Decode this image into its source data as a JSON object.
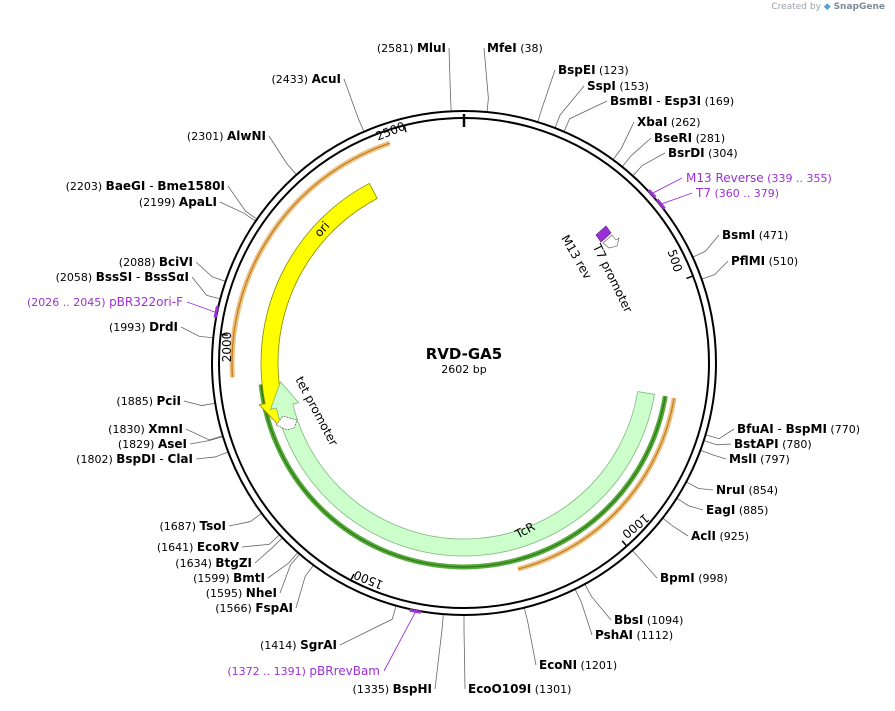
{
  "header": {
    "credit_prefix": "Created by",
    "credit_brand": "SnapGene"
  },
  "plasmid": {
    "name": "RVD-GA5",
    "length_label": "2602 bp",
    "total_bp": 2602
  },
  "colors": {
    "backbone": "#000000",
    "primer": "#9b30d9",
    "ori": "#ffff00",
    "tcr": "#ccffcc",
    "orange_highlight": "#e8b66a",
    "green_highlight": "#3a9a1a",
    "site_line": "#666666"
  },
  "ticks": [
    {
      "bp": 500,
      "label": "500"
    },
    {
      "bp": 1000,
      "label": "1000"
    },
    {
      "bp": 1500,
      "label": "1500"
    },
    {
      "bp": 2000,
      "label": "2000"
    },
    {
      "bp": 2500,
      "label": "2500"
    }
  ],
  "sites_right": [
    {
      "pos": 38,
      "name": "MfeI",
      "pos_label": "(38)"
    },
    {
      "pos": 123,
      "name": "BspEI",
      "pos_label": "(123)"
    },
    {
      "pos": 153,
      "name": "SspI",
      "pos_label": "(153)"
    },
    {
      "pos": 169,
      "name": "BsmBI",
      "name2": "Esp3I",
      "pos_label": "(169)"
    },
    {
      "pos": 262,
      "name": "XbaI",
      "pos_label": "(262)"
    },
    {
      "pos": 281,
      "name": "BseRI",
      "pos_label": "(281)"
    },
    {
      "pos": 304,
      "name": "BsrDI",
      "pos_label": "(304)"
    },
    {
      "pos": 471,
      "name": "BsmI",
      "pos_label": "(471)"
    },
    {
      "pos": 510,
      "name": "PflMI",
      "pos_label": "(510)"
    },
    {
      "pos": 770,
      "name": "BfuAI",
      "name2": "BspMI",
      "pos_label": "(770)"
    },
    {
      "pos": 780,
      "name": "BstAPI",
      "pos_label": "(780)"
    },
    {
      "pos": 797,
      "name": "MslI",
      "pos_label": "(797)"
    },
    {
      "pos": 854,
      "name": "NruI",
      "pos_label": "(854)"
    },
    {
      "pos": 885,
      "name": "EagI",
      "pos_label": "(885)"
    },
    {
      "pos": 925,
      "name": "AclI",
      "pos_label": "(925)"
    },
    {
      "pos": 998,
      "name": "BpmI",
      "pos_label": "(998)"
    },
    {
      "pos": 1094,
      "name": "BbsI",
      "pos_label": "(1094)"
    },
    {
      "pos": 1112,
      "name": "PshAI",
      "pos_label": "(1112)"
    },
    {
      "pos": 1201,
      "name": "EcoNI",
      "pos_label": "(1201)"
    },
    {
      "pos": 1301,
      "name": "EcoO109I",
      "pos_label": "(1301)"
    }
  ],
  "sites_left": [
    {
      "pos": 2581,
      "name": "MluI",
      "pos_label": "(2581)"
    },
    {
      "pos": 2433,
      "name": "AcuI",
      "pos_label": "(2433)"
    },
    {
      "pos": 2301,
      "name": "AlwNI",
      "pos_label": "(2301)"
    },
    {
      "pos": 2203,
      "name": "BaeGI",
      "name2": "Bme1580I",
      "pos_label": "(2203)"
    },
    {
      "pos": 2199,
      "name": "ApaLI",
      "pos_label": "(2199)"
    },
    {
      "pos": 2088,
      "name": "BciVI",
      "pos_label": "(2088)"
    },
    {
      "pos": 2058,
      "name": "BssSI",
      "name2": "BssSαI",
      "pos_label": "(2058)"
    },
    {
      "pos": 1993,
      "name": "DrdI",
      "pos_label": "(1993)"
    },
    {
      "pos": 1885,
      "name": "PciI",
      "pos_label": "(1885)"
    },
    {
      "pos": 1830,
      "name": "XmnI",
      "pos_label": "(1830)"
    },
    {
      "pos": 1829,
      "name": "AseI",
      "pos_label": "(1829)"
    },
    {
      "pos": 1802,
      "name": "BspDI",
      "name2": "ClaI",
      "pos_label": "(1802)"
    },
    {
      "pos": 1687,
      "name": "TsoI",
      "pos_label": "(1687)"
    },
    {
      "pos": 1641,
      "name": "EcoRV",
      "pos_label": "(1641)"
    },
    {
      "pos": 1634,
      "name": "BtgZI",
      "pos_label": "(1634)"
    },
    {
      "pos": 1599,
      "name": "BmtI",
      "pos_label": "(1599)"
    },
    {
      "pos": 1595,
      "name": "NheI",
      "pos_label": "(1595)"
    },
    {
      "pos": 1566,
      "name": "FspAI",
      "pos_label": "(1566)"
    },
    {
      "pos": 1414,
      "name": "SgrAI",
      "pos_label": "(1414)"
    },
    {
      "pos": 1335,
      "name": "BspHI",
      "pos_label": "(1335)"
    }
  ],
  "primers": [
    {
      "name": "M13 Reverse",
      "range_label": "(339 .. 355)",
      "start": 339,
      "end": 355
    },
    {
      "name": "T7",
      "range_label": "(360 .. 379)",
      "start": 360,
      "end": 379
    },
    {
      "name": "pBR322ori-F",
      "range_label": "(2026 .. 2045)",
      "start": 2026,
      "end": 2045
    },
    {
      "name": "pBRrevBam",
      "range_label": "(1372 .. 1391)",
      "start": 1372,
      "end": 1391
    }
  ],
  "features": [
    {
      "name": "ori",
      "start": 1813,
      "end": 2401,
      "strand": "reverse",
      "color": "#ffff00"
    },
    {
      "name": "TcR",
      "start": 718,
      "end": 1909,
      "strand": "forward",
      "color": "#ccffcc"
    },
    {
      "name": "M13 rev",
      "bp": 339,
      "strand": "reverse",
      "color": "#9b30d9"
    },
    {
      "name": "T7 promoter",
      "bp": 360,
      "strand": "forward",
      "color": "#ffffff"
    },
    {
      "name": "tet promoter",
      "bp": 1880,
      "strand": "reverse",
      "color": "#ffffff"
    }
  ],
  "highlights": [
    {
      "start": 1926,
      "end": 2467,
      "color": "#e8b66a"
    },
    {
      "start": 719,
      "end": 1195,
      "color": "#e8b66a"
    },
    {
      "start": 718,
      "end": 1908,
      "color": "#3a9a1a"
    }
  ]
}
